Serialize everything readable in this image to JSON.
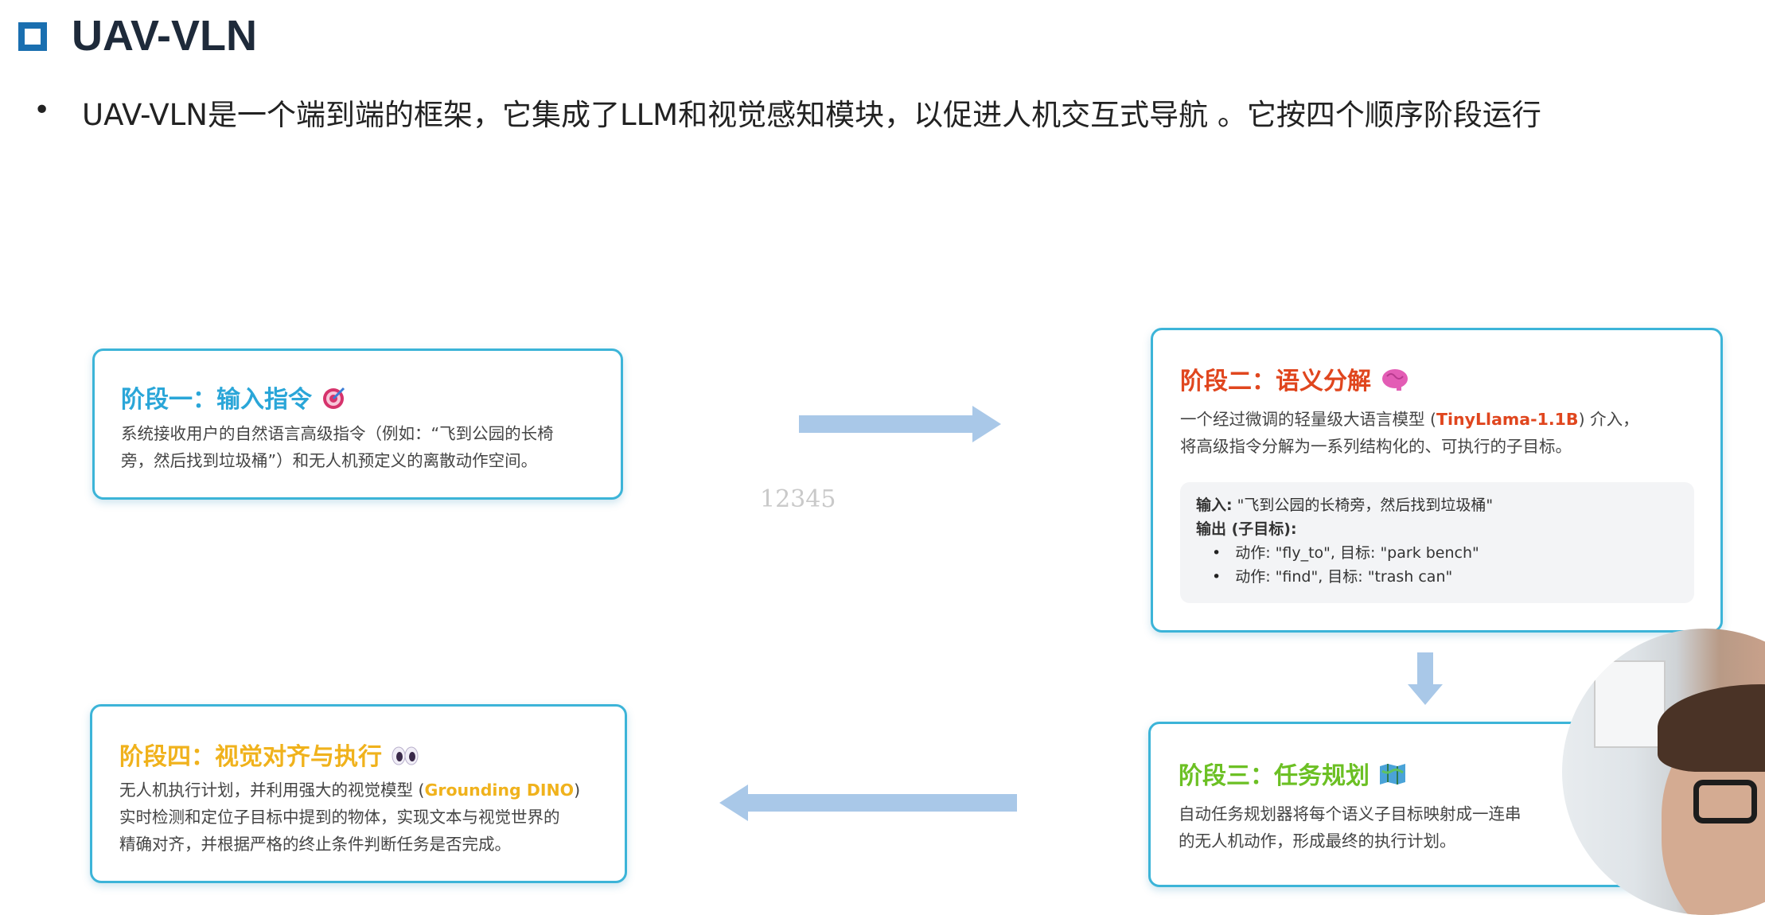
{
  "header": {
    "title": "UAV-VLN",
    "bullet": "UAV-VLN是一个端到端的框架，它集成了LLM和视觉感知模块，以促进人机交互式导航 。它按四个顺序阶段运行"
  },
  "watermark": "12345",
  "colors": {
    "stage1": "#2aa6d8",
    "stage2": "#e0461e",
    "stage3": "#6cc024",
    "stage4": "#f0b21c",
    "border": "#3cb4d8"
  },
  "stage1": {
    "title": "阶段一：输入指令",
    "icon": "target-icon",
    "body": [
      "系统接收用户的自然语言高级指令（例如：“飞到公园的长椅",
      "旁，然后找到垃圾桶”）和无人机预定义的离散动作空间。"
    ]
  },
  "stage2": {
    "title": "阶段二：语义分解",
    "icon": "brain-icon",
    "body1_pre": "一个经过微调的轻量级大语言模型 (",
    "model": "TinyLlama-1.1B",
    "body1_post": ") 介入，",
    "body2": "将高级指令分解为一系列结构化的、可执行的子目标。",
    "example": {
      "input_label": "输入:",
      "input_value": " \"飞到公园的长椅旁，然后找到垃圾桶\"",
      "output_label": "输出 (子目标):",
      "items": [
        "动作: \"fly_to\", 目标: \"park bench\"",
        "动作: \"find\", 目标: \"trash can\""
      ]
    }
  },
  "stage3": {
    "title": "阶段三：任务规划",
    "icon": "map-icon",
    "body": [
      "自动任务规划器将每个语义子目标映射成一连串",
      "的无人机动作，形成最终的执行计划。"
    ]
  },
  "stage4": {
    "title": "阶段四：视觉对齐与执行",
    "icon": "eyes-icon",
    "body1_pre": "无人机执行计划，并利用强大的视觉模型 (",
    "model": "Grounding DINO",
    "body1_post": ")",
    "body2": "实时检测和定位子目标中提到的物体，实现文本与视觉世界的",
    "body3": "精确对齐，并根据严格的终止条件判断任务是否完成。"
  }
}
